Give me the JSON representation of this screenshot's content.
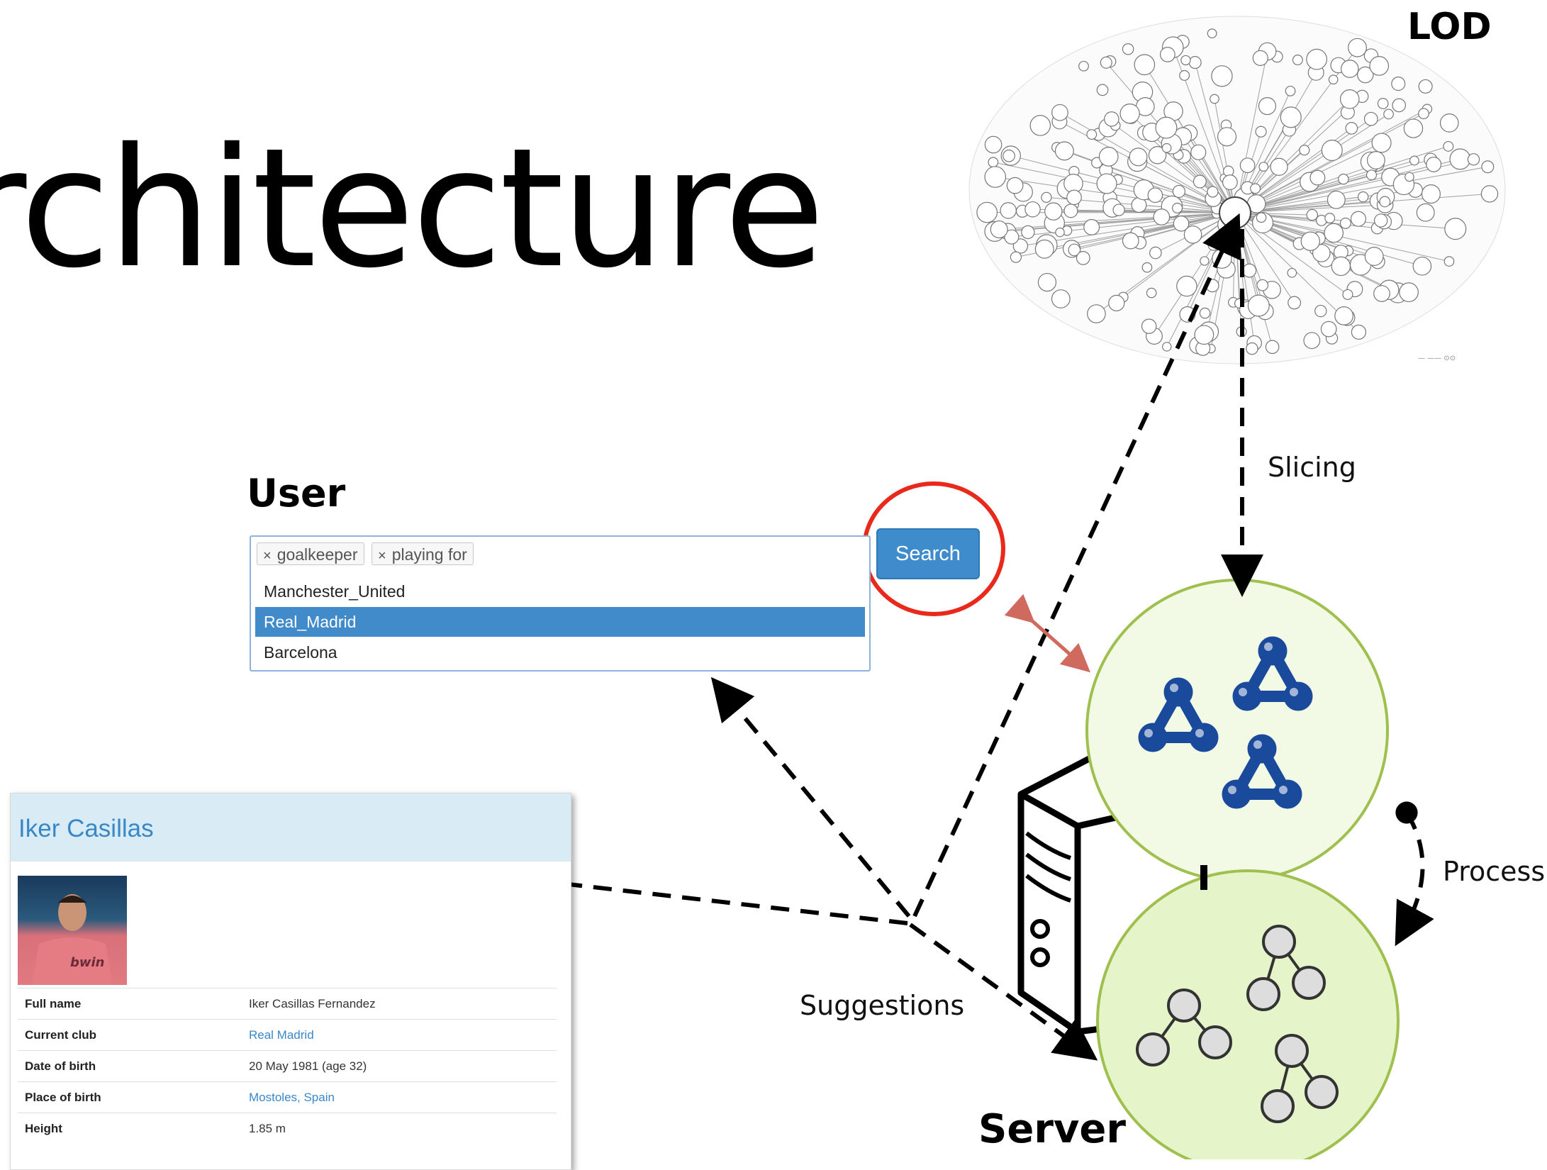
{
  "slide": {
    "title": "rchitecture",
    "lod_label": "LOD",
    "user_label": "User",
    "server_label": "Server"
  },
  "edges": {
    "slicing": "Slicing",
    "process": "Process",
    "suggestions": "Suggestions"
  },
  "search": {
    "tags": [
      "goalkeeper",
      "playing for"
    ],
    "tag_remove_glyph": "×",
    "options": [
      "Manchester_United",
      "Real_Madrid",
      "Barcelona"
    ],
    "selected_option": "Real_Madrid",
    "button_label": "Search",
    "highlight_color": "#e8291c",
    "selected_color": "#428bca"
  },
  "infobox": {
    "name": "Iker Casillas",
    "jersey_text": "bwin",
    "rows": [
      {
        "key": "Full name",
        "value": "Iker Casillas Fernandez",
        "link": false
      },
      {
        "key": "Current club",
        "value": "Real Madrid",
        "link": true
      },
      {
        "key": "Date of birth",
        "value": "20 May 1981 (age 32)",
        "link": false
      },
      {
        "key": "Place of birth",
        "value": "Mostoles, Spain",
        "link": true
      },
      {
        "key": "Height",
        "value": "1.85 m",
        "link": false
      }
    ]
  },
  "colors": {
    "circle_fill": "#f2f9e4",
    "circle_stroke": "#9fc04f",
    "lower_circle_fill": "#e6f4c9",
    "rdf_icon": "#1a4a9c",
    "sync_arrow": "#d06a5e"
  },
  "icons": [
    "rdf-graph-icon",
    "tree-graph-icon",
    "server-tower-icon",
    "lod-cloud-icon"
  ]
}
